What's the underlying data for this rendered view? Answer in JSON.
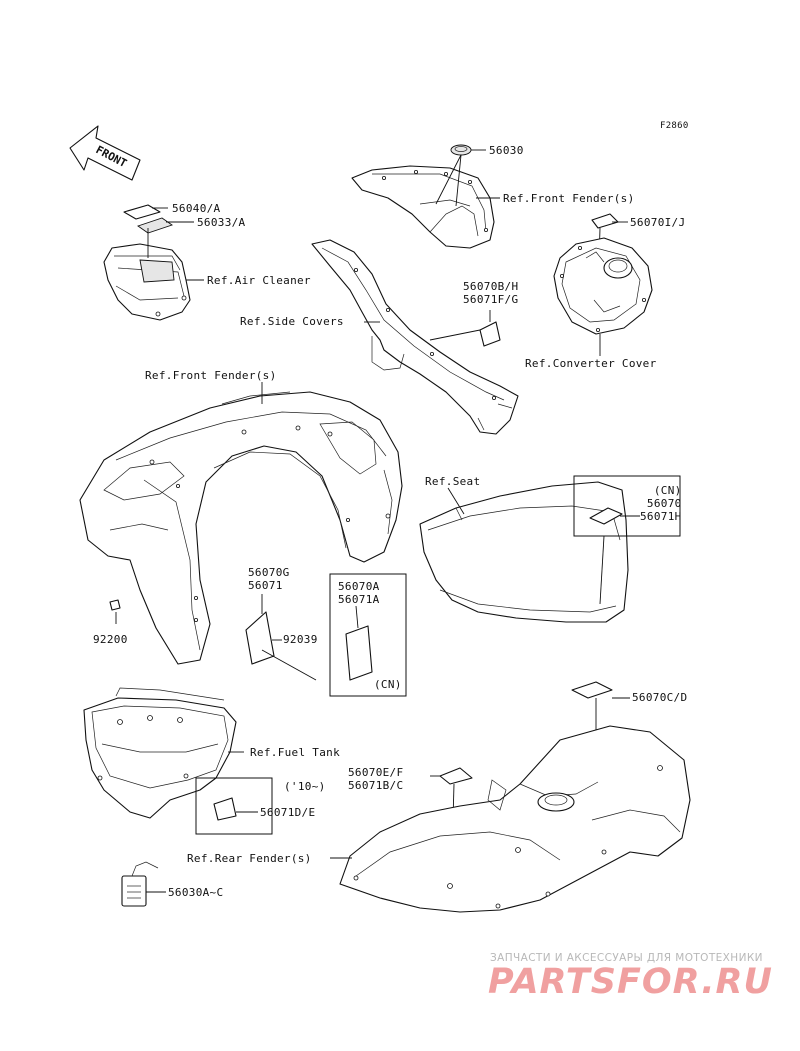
{
  "figure_code": "F2860",
  "front_arrow_text": "FRONT",
  "labels": {
    "p56030": "56030",
    "ref_front_fender_top": "Ref.Front Fender(s)",
    "p56040": "56040/A",
    "p56033": "56033/A",
    "p56070ij": "56070I/J",
    "ref_air_cleaner": "Ref.Air Cleaner",
    "p56070bh": [
      "56070B/H",
      "56071F/G"
    ],
    "ref_side_covers": "Ref.Side Covers",
    "ref_converter_cover": "Ref.Converter Cover",
    "ref_front_fender_main": "Ref.Front Fender(s)",
    "ref_seat": "Ref.Seat",
    "cn_box_right": [
      "(CN)",
      "56070",
      "56071H"
    ],
    "p56070g": [
      "56070G",
      "56071"
    ],
    "p56070a": [
      "56070A",
      "56071A"
    ],
    "cn_box_mid": "(CN)",
    "p92039": "92039",
    "p92200": "92200",
    "p56070cd": "56070C/D",
    "ref_fuel_tank": "Ref.Fuel Tank",
    "p56070ef": [
      "56070E/F",
      "56071B/C"
    ],
    "year_10": "('10~)",
    "p56071de": "56071D/E",
    "ref_rear_fender": "Ref.Rear Fender(s)",
    "p56030ac": "56030A~C"
  },
  "watermark": {
    "tagline": "ЗАПЧАСТИ И АКСЕССУАРЫ ДЛЯ МОТОТЕХНИКИ",
    "logo": "PARTSFOR.RU"
  }
}
